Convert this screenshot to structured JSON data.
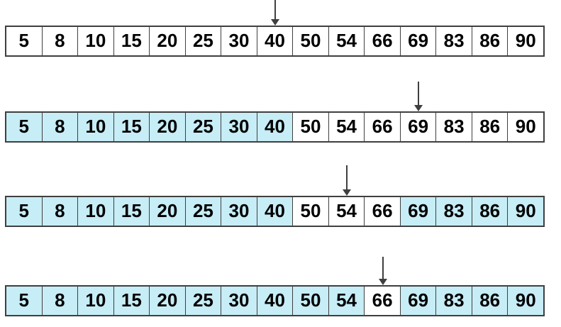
{
  "diagram": {
    "type": "binary-search-visualization",
    "array_values": [
      5,
      8,
      10,
      15,
      20,
      25,
      30,
      40,
      50,
      54,
      66,
      69,
      83,
      86,
      90
    ],
    "steps": [
      {
        "arrow_index": 7,
        "arrow_value": 40,
        "highlighted_indices": []
      },
      {
        "arrow_index": 11,
        "arrow_value": 69,
        "highlighted_indices": [
          0,
          1,
          2,
          3,
          4,
          5,
          6,
          7
        ]
      },
      {
        "arrow_index": 9,
        "arrow_value": 54,
        "highlighted_indices": [
          0,
          1,
          2,
          3,
          4,
          5,
          6,
          7,
          11,
          12,
          13,
          14
        ]
      },
      {
        "arrow_index": 10,
        "arrow_value": 66,
        "highlighted_indices": [
          0,
          1,
          2,
          3,
          4,
          5,
          6,
          7,
          8,
          9,
          11,
          12,
          13,
          14
        ]
      }
    ],
    "colors": {
      "highlight": "#c7edf6",
      "cell_background": "#ffffff",
      "border": "#3f3f3f",
      "arrow": "#3f3f3f",
      "text": "#000000"
    }
  }
}
